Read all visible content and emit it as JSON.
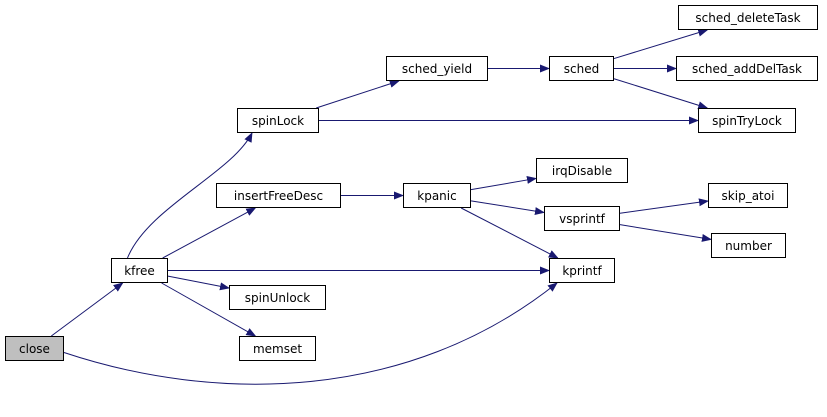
{
  "colors": {
    "edge": "#191970",
    "root_fill": "#bfbfbf",
    "node_fill": "#ffffff",
    "node_border": "#000000"
  },
  "nodes": {
    "close": "close",
    "kfree": "kfree",
    "spinLock": "spinLock",
    "insertFreeDesc": "insertFreeDesc",
    "spinUnlock": "spinUnlock",
    "memset": "memset",
    "sched_yield": "sched_yield",
    "kpanic": "kpanic",
    "kprintf": "kprintf",
    "sched": "sched",
    "irqDisable": "irqDisable",
    "vsprintf": "vsprintf",
    "sched_deleteTask": "sched_deleteTask",
    "sched_addDelTask": "sched_addDelTask",
    "spinTryLock": "spinTryLock",
    "skip_atoi": "skip_atoi",
    "number": "number"
  },
  "edges": [
    [
      "close",
      "kfree"
    ],
    [
      "close",
      "kprintf"
    ],
    [
      "kfree",
      "spinLock"
    ],
    [
      "kfree",
      "insertFreeDesc"
    ],
    [
      "kfree",
      "kprintf"
    ],
    [
      "kfree",
      "spinUnlock"
    ],
    [
      "kfree",
      "memset"
    ],
    [
      "spinLock",
      "sched_yield"
    ],
    [
      "spinLock",
      "spinTryLock"
    ],
    [
      "sched_yield",
      "sched"
    ],
    [
      "sched",
      "sched_deleteTask"
    ],
    [
      "sched",
      "sched_addDelTask"
    ],
    [
      "sched",
      "spinTryLock"
    ],
    [
      "insertFreeDesc",
      "kpanic"
    ],
    [
      "kpanic",
      "irqDisable"
    ],
    [
      "kpanic",
      "vsprintf"
    ],
    [
      "kpanic",
      "kprintf"
    ],
    [
      "vsprintf",
      "skip_atoi"
    ],
    [
      "vsprintf",
      "number"
    ]
  ]
}
